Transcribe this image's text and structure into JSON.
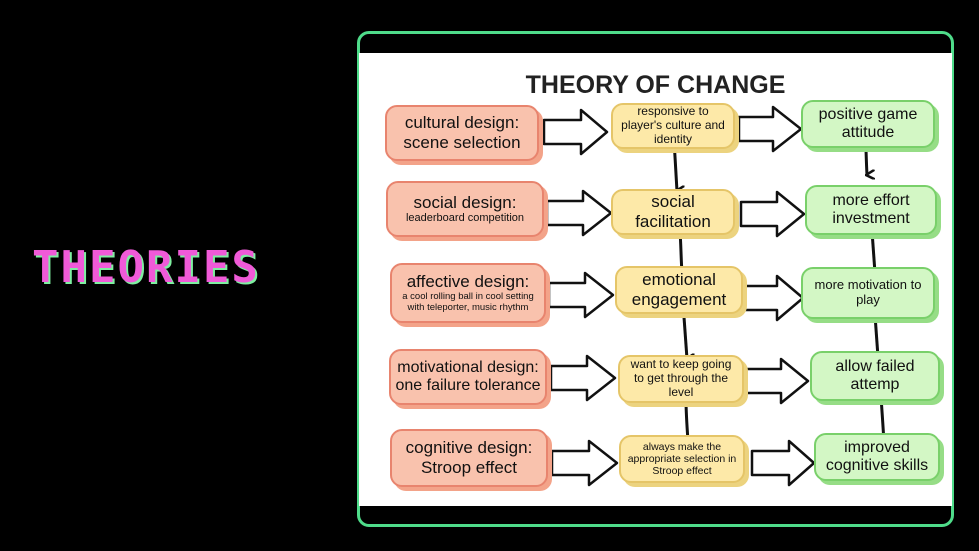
{
  "slide": {
    "title": "THEORIES"
  },
  "diagram": {
    "title": "THEORY OF CHANGE",
    "rows": [
      {
        "design": {
          "title": "cultural design:",
          "detail": "scene selection"
        },
        "mechanism": "responsive to player's culture and identity",
        "outcome": "positive game attitude"
      },
      {
        "design": {
          "title": "social design:",
          "detail": "leaderboard competition"
        },
        "mechanism": "social facilitation",
        "outcome": "more effort investment"
      },
      {
        "design": {
          "title": "affective design:",
          "detail": "a cool rolling ball in cool setting with teleporter, music rhythm"
        },
        "mechanism": "emotional engagement",
        "outcome": "more motivation to play"
      },
      {
        "design": {
          "title": "motivational design:",
          "detail": "one failure tolerance"
        },
        "mechanism": "want to keep going to get through the level",
        "outcome": "allow failed attemp"
      },
      {
        "design": {
          "title": "cognitive design:",
          "detail": "Stroop effect"
        },
        "mechanism": "always make the appropriate selection in Stroop effect",
        "outcome": "improved cognitive skills"
      }
    ]
  }
}
